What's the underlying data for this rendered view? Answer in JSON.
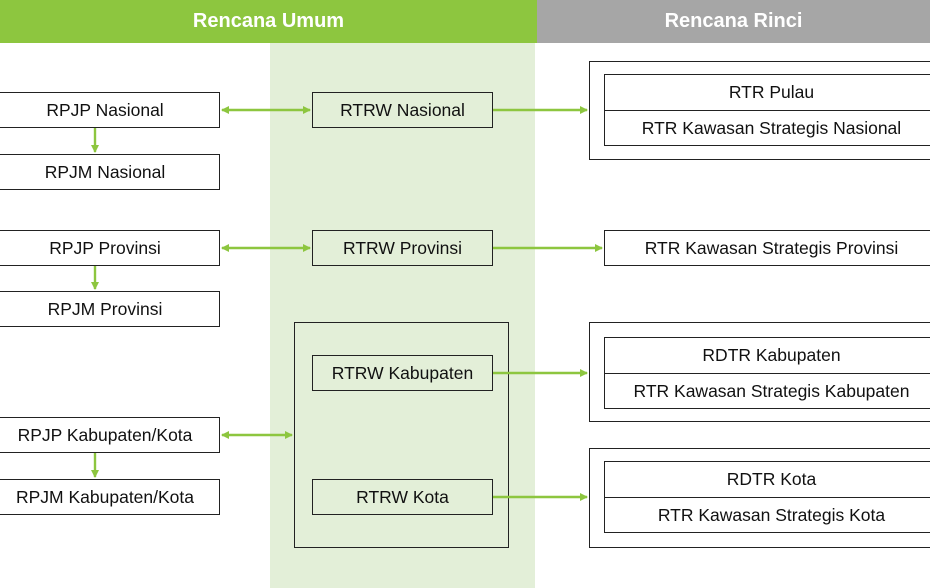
{
  "header": {
    "umum": "Rencana Umum",
    "rinci": "Rencana Rinci"
  },
  "left": {
    "rpjp_nasional": "RPJP Nasional",
    "rpjm_nasional": "RPJM Nasional",
    "rpjp_provinsi": "RPJP Provinsi",
    "rpjm_provinsi": "RPJM Provinsi",
    "rpjp_kabkota": "RPJP Kabupaten/Kota",
    "rpjm_kabkota": "RPJM Kabupaten/Kota"
  },
  "middle": {
    "rtrw_nasional": "RTRW Nasional",
    "rtrw_provinsi": "RTRW Provinsi",
    "rtrw_kabupaten": "RTRW Kabupaten",
    "rtrw_kota": "RTRW Kota"
  },
  "right": {
    "rtr_pulau": "RTR Pulau",
    "rtr_ksn": "RTR Kawasan Strategis Nasional",
    "rtr_ksp": "RTR Kawasan Strategis Provinsi",
    "rdtr_kabupaten": "RDTR Kabupaten",
    "rtr_ksk": "RTR Kawasan Strategis Kabupaten",
    "rdtr_kota": "RDTR Kota",
    "rtr_ks_kota": "RTR Kawasan Strategis Kota"
  },
  "colors": {
    "accent_green": "#8dc63f",
    "header_gray": "#a6a6a6",
    "column_shade": "#e3efd8",
    "arrow": "#8dc63f"
  }
}
